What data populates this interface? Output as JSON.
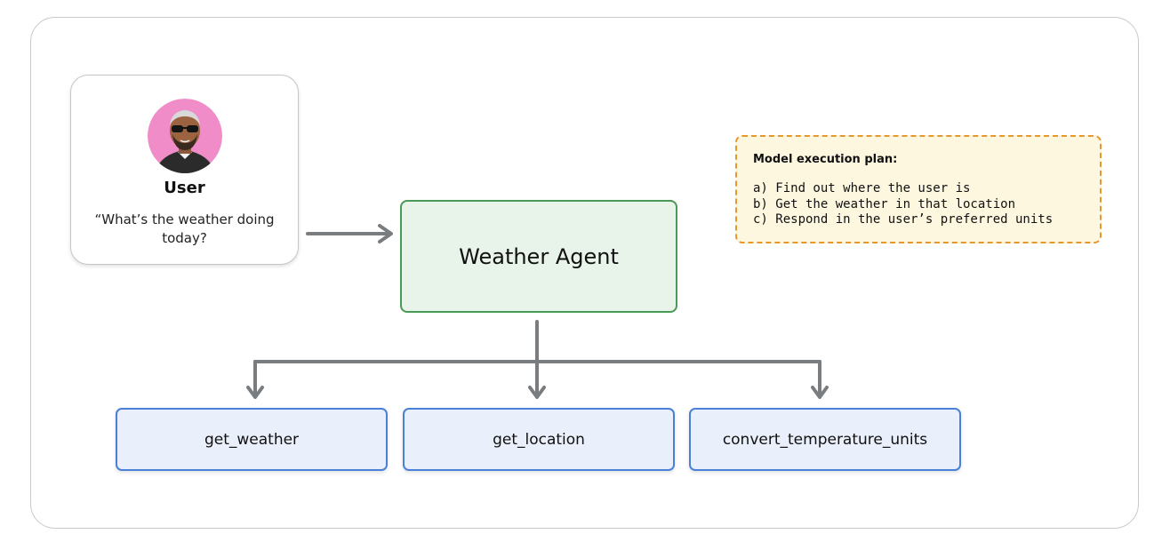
{
  "user": {
    "name": "User",
    "quote": "“What’s the weather doing today?"
  },
  "agent": {
    "label": "Weather Agent"
  },
  "plan": {
    "title": "Model execution plan:",
    "steps": [
      "a) Find out where the user is",
      "b) Get the weather in that location",
      "c) Respond in the user’s preferred units"
    ]
  },
  "tools": [
    {
      "label": "get_weather"
    },
    {
      "label": "get_location"
    },
    {
      "label": "convert_temperature_units"
    }
  ],
  "colors": {
    "agent_fill": "#e8f3ea",
    "agent_border": "#4a9a57",
    "tool_fill": "#e9effb",
    "tool_border": "#4a80d8",
    "plan_fill": "#fdf7e0",
    "plan_border": "#e8962e",
    "arrow": "#7a7d80",
    "avatar_bg": "#f08dc8"
  }
}
